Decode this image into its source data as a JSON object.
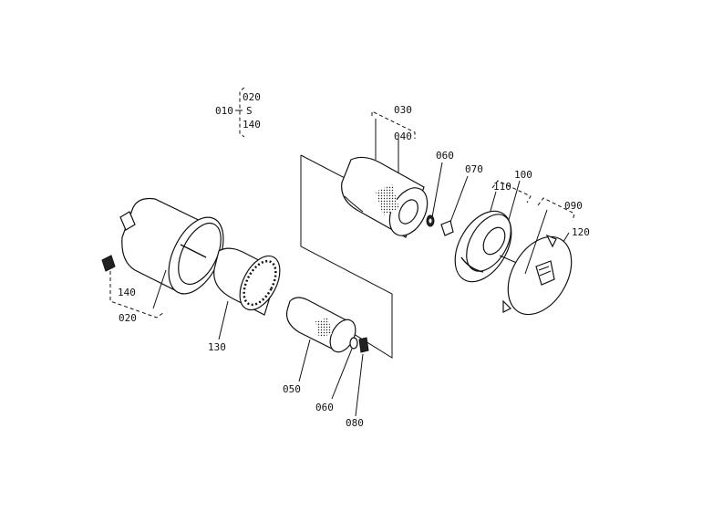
{
  "diagram": {
    "ref_group": {
      "main": "010",
      "from": "020",
      "separator": "S",
      "to": "140"
    },
    "part_labels": {
      "p030": "030",
      "p040": "040",
      "p060_top": "060",
      "p070": "070",
      "p100": "100",
      "p110": "110",
      "p090": "090",
      "p120": "120",
      "p140": "140",
      "p020": "020",
      "p130": "130",
      "p050": "050",
      "p060_bottom": "060",
      "p080": "080"
    },
    "colors": {
      "ink": "#111111",
      "paper": "#ffffff"
    }
  }
}
